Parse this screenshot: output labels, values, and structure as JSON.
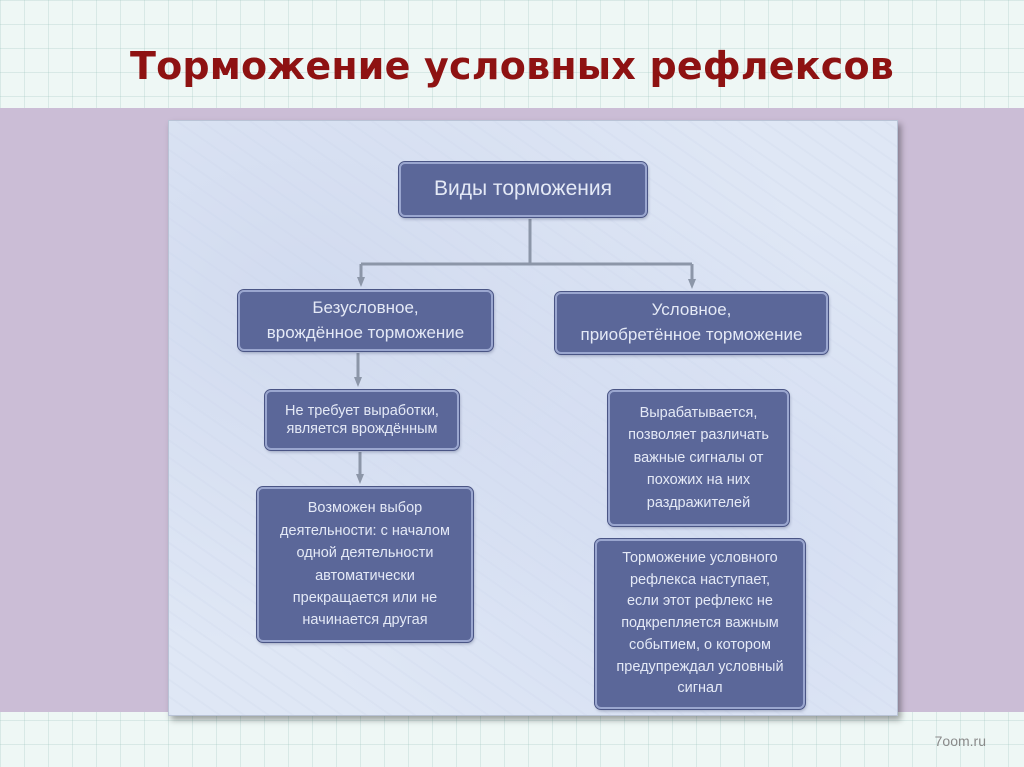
{
  "slide": {
    "title": "Торможение условных рефлексов",
    "watermark": "7oom.ru"
  },
  "diagram": {
    "root": "Виды торможения",
    "left": {
      "heading": "Безусловное,\nврождённое  торможение",
      "step1": "Не требует выработки,\nявляется врождённым",
      "step2": "Возможен выбор\nдеятельности: с началом\nодной деятельности\nавтоматически\nпрекращается или не\nначинается другая"
    },
    "right": {
      "heading": "Условное,\nприобретённое торможение",
      "step1": "Вырабатывается,\nпозволяет различать\nважные сигналы от\nпохожих на них\nраздражителей",
      "step2": "Торможение условного\nрефлекса наступает,\nесли этот рефлекс не\nподкрепляется важным\nсобытием, о котором\nпредупреждал условный\nсигнал"
    }
  },
  "colors": {
    "title": "#8e1212",
    "band": "#cbbdd6",
    "panel": "#dfe7f5",
    "node_fill": "#5b6799",
    "node_text": "#e4e9f6",
    "connector": "#8c96a8"
  }
}
